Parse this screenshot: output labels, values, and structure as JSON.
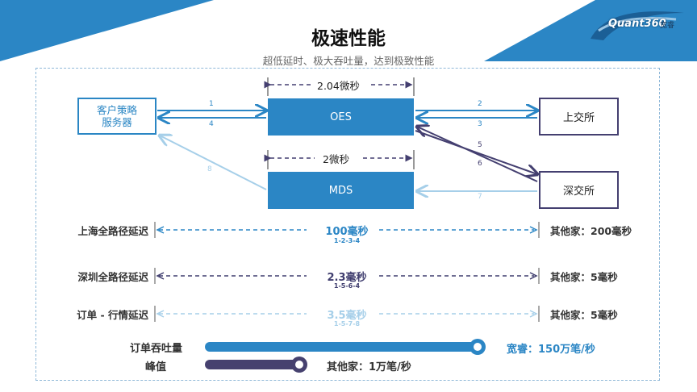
{
  "header": {
    "title": "极速性能",
    "subtitle": "超低延时、极大吞吐量，达到极致性能",
    "logo_text": "Quant360",
    "logo_brand": "宽睿"
  },
  "nodes": {
    "client": {
      "line1": "客户策略",
      "line2": "服务器"
    },
    "oes": "OES",
    "mds": "MDS",
    "sse": "上交所",
    "szse": "深交所"
  },
  "durations": {
    "oes": "2.04微秒",
    "mds": "2微秒"
  },
  "arrow_numbers": {
    "a1": "1",
    "a2": "2",
    "a3": "3",
    "a4": "4",
    "a5": "5",
    "a6": "6",
    "a7": "7",
    "a8": "8"
  },
  "latency_rows": [
    {
      "label": "上海全路径延迟",
      "value": "100毫秒",
      "path": "1-2-3-4",
      "other": "其他家：200毫秒",
      "color": "#2b86c5"
    },
    {
      "label": "深圳全路径延迟",
      "value": "2.3毫秒",
      "path": "1-5-6-4",
      "other": "其他家：5毫秒",
      "color": "#3f3d6e"
    },
    {
      "label": "订单 - 行情延迟",
      "value": "3.5毫秒",
      "path": "1-5-7-8",
      "other": "其他家：5毫秒",
      "color": "#a6cfe9"
    }
  ],
  "throughput": {
    "label1": "订单吞吐量",
    "label2": "峰值",
    "ours": "宽睿：150万笔/秒",
    "others": "其他家：1万笔/秒",
    "ours_value_wan": 150,
    "others_value_wan": 1,
    "color_ours": "#2b86c5",
    "color_others": "#46416f"
  },
  "colors": {
    "blue": "#2b86c5",
    "navy": "#443f70",
    "light": "#a6cfe9"
  }
}
